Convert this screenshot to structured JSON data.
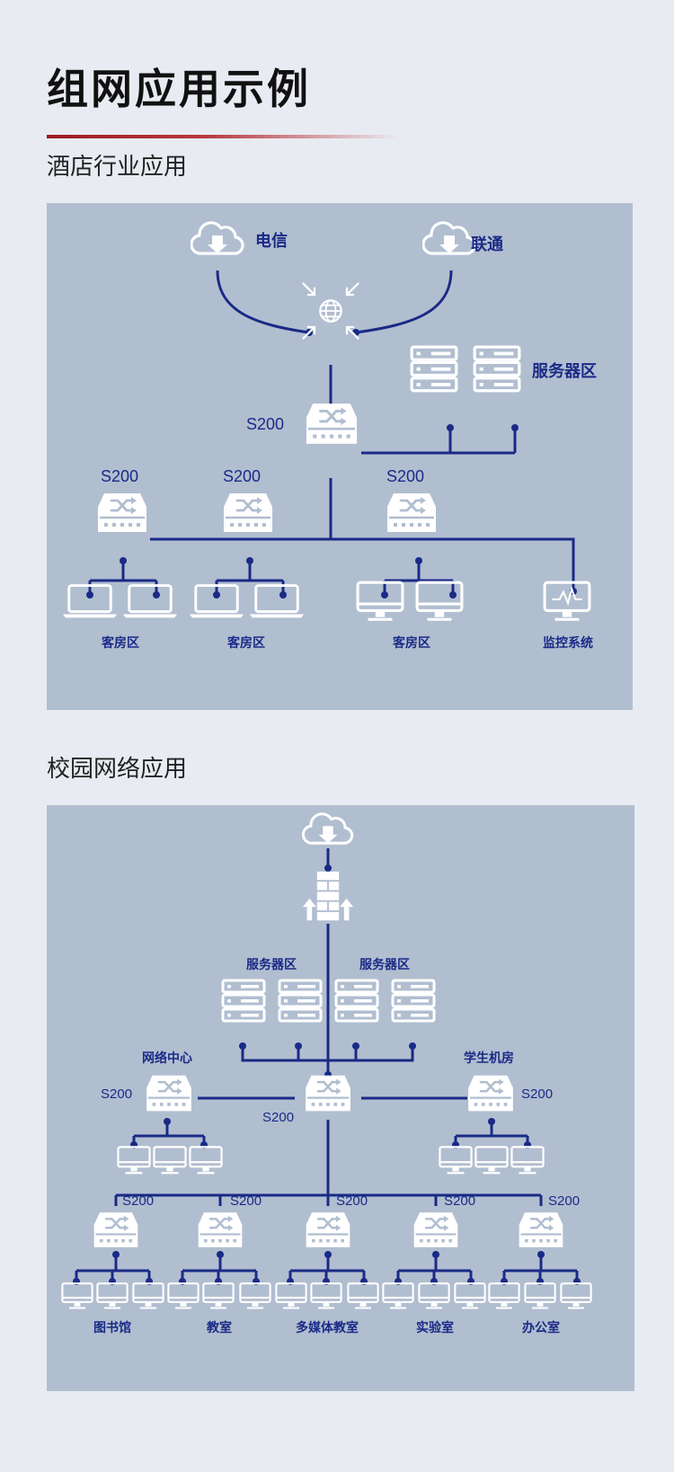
{
  "page": {
    "title": "组网应用示例"
  },
  "hotel": {
    "title": "酒店行业应用",
    "isp1": "电信",
    "isp2": "联通",
    "server_zone": "服务器区",
    "core_switch": "S200",
    "switch_a": "S200",
    "switch_b": "S200",
    "switch_c": "S200",
    "zone_a": "客房区",
    "zone_b": "客房区",
    "zone_c": "客房区",
    "monitor": "监控系统"
  },
  "campus": {
    "title": "校园网络应用",
    "server_zone_1": "服务器区",
    "server_zone_2": "服务器区",
    "network_center": "网络中心",
    "student_lab": "学生机房",
    "switch_left": "S200",
    "switch_core": "S200",
    "switch_right": "S200",
    "branches": [
      {
        "switch": "S200",
        "label": "图书馆"
      },
      {
        "switch": "S200",
        "label": "教室"
      },
      {
        "switch": "S200",
        "label": "多媒体教室"
      },
      {
        "switch": "S200",
        "label": "实验室"
      },
      {
        "switch": "S200",
        "label": "办公室"
      }
    ]
  },
  "colors": {
    "line": "#1a2a86",
    "panel": "#b1bed0",
    "icon": "#ffffff",
    "accent": "#9b1b21"
  }
}
